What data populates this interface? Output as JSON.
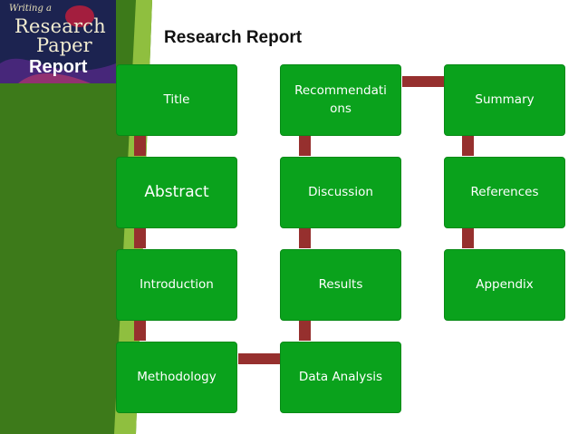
{
  "title": "Research Report",
  "logo": {
    "line1": "Writing a",
    "line2": "Research",
    "line3": "Paper",
    "label": "Report"
  },
  "boxes": {
    "title": "Title",
    "abstract": "Abstract",
    "introduction": "Introduction",
    "methodology": "Methodology",
    "data_analysis": "Data Analysis",
    "results": "Results",
    "discussion": "Discussion",
    "recommendations": "Recommendati ons",
    "summary": "Summary",
    "references": "References",
    "appendix": "Appendix"
  },
  "colors": {
    "box_fill": "#0aa21c",
    "connector": "#96302e",
    "background_panel": "#3d7a1a",
    "background_wedge": "#8fbf3f"
  }
}
